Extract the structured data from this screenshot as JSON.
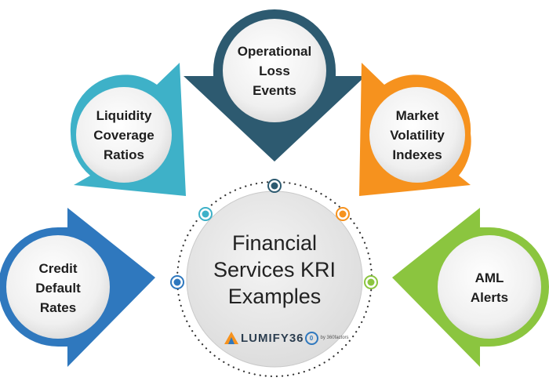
{
  "title": {
    "lines": [
      "Financial",
      "Services KRI",
      "Examples"
    ]
  },
  "logo": {
    "wordmark": "LUMIFY36",
    "ring_glyph": "0",
    "byline": "by 360factors"
  },
  "items": [
    {
      "lines": [
        "Operational",
        "Loss",
        "Events"
      ],
      "color": "#2d5a70"
    },
    {
      "lines": [
        "Liquidity",
        "Coverage",
        "Ratios"
      ],
      "color": "#3eb1c8"
    },
    {
      "lines": [
        "Market",
        "Volatility",
        "Indexes"
      ],
      "color": "#f6921e"
    },
    {
      "lines": [
        "Credit",
        "Default",
        "Rates"
      ],
      "color": "#2f78be"
    },
    {
      "lines": [
        "AML",
        "Alerts"
      ],
      "color": "#8bc53f"
    }
  ],
  "colors": {
    "center_circle": "#e6e6e6",
    "bubble_fill": "#eeeeee",
    "dotted_ring": "#333333"
  },
  "icons": [
    "lumify-logo-icon"
  ]
}
